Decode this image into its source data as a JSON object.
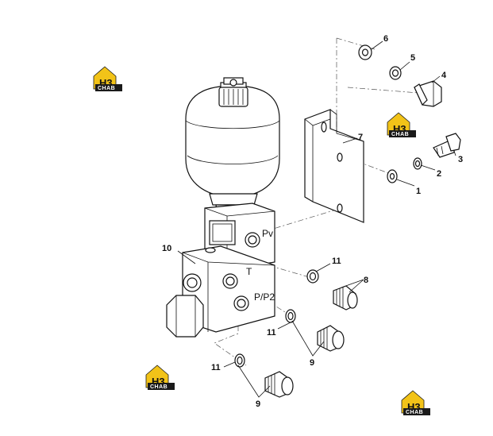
{
  "logo": {
    "mark": "H3",
    "text": "CHAB",
    "colors": {
      "yellow": "#f2c318",
      "dark": "#1a1a1a"
    }
  },
  "ports": {
    "pv": "Pv",
    "t": "T",
    "pp2": "P/P2"
  },
  "callouts": [
    "1",
    "2",
    "3",
    "4",
    "5",
    "6",
    "7",
    "8",
    "9",
    "9",
    "10",
    "11",
    "11",
    "11"
  ]
}
